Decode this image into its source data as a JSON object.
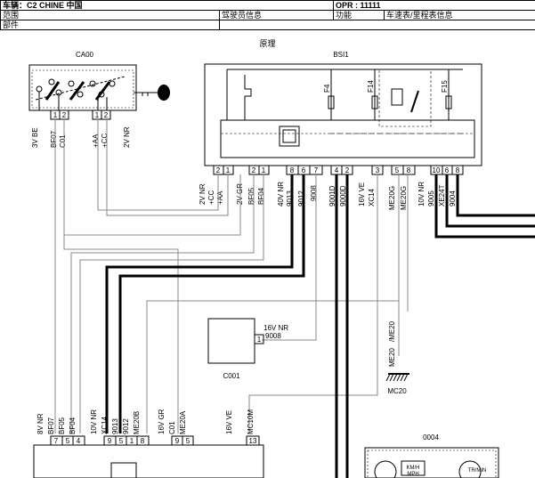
{
  "header": {
    "vehicle": "车辆：C2 CHINE 中国",
    "opr": "OPR : 11111",
    "scope_label": "范围",
    "scope_value": "驾驶员信息",
    "function_label": "功能",
    "function_value": "车速表/里程表信息",
    "part_label": "部件"
  },
  "diagram": {
    "title": "原理",
    "ca00": {
      "name": "CA00",
      "pins": [
        "1",
        "2",
        "1",
        "2"
      ],
      "wire_labels": [
        "3V BE",
        "BF07",
        "C01",
        "+AA",
        "+CC",
        "2V NR"
      ]
    },
    "bsi1": {
      "name": "BSI1",
      "fuses": [
        "F4",
        "F14",
        "F15"
      ],
      "pins": [
        "2",
        "1",
        "2",
        "1",
        "8",
        "6",
        "7",
        "4",
        "2",
        "3",
        "5",
        "8",
        "10",
        "6",
        "8"
      ],
      "wire_labels": [
        "2V NR",
        "+CC",
        "+AA",
        "2V GR",
        "BF05",
        "BF04",
        "40V NR",
        "9013",
        "9012",
        "9008",
        "9001D",
        "9000D",
        "16V VE",
        "XC14",
        "ME20G",
        "ME20G",
        "10V NR",
        "9005",
        "XE24T",
        "9004"
      ]
    },
    "c001": {
      "name": "C001",
      "pin": "1",
      "wire_labels": [
        "16V NR",
        "9008"
      ]
    },
    "mc20": {
      "name": "MC20",
      "wire_labels": [
        "/ME20",
        "ME20",
        "MC20"
      ]
    },
    "cluster": {
      "pins_a": [
        "7",
        "5",
        "4"
      ],
      "wire_labels_a": [
        "8V NR",
        "BF07",
        "BF05",
        "BF04"
      ],
      "pins_b": [
        "9",
        "5",
        "1",
        "8"
      ],
      "wire_labels_b": [
        "10V NR",
        "XC14",
        "9013",
        "9012",
        "ME20B"
      ],
      "pins_c": [
        "9",
        "5"
      ],
      "wire_labels_c": [
        "16V GR",
        "C01",
        "ME20A"
      ],
      "pins_d": [
        "13"
      ],
      "wire_labels_d": [
        "16V VE",
        "MC10M"
      ]
    },
    "c0004": {
      "name": "0004",
      "gauge_labels": [
        "KM/H",
        "MPH",
        "TR/MIN"
      ]
    }
  }
}
